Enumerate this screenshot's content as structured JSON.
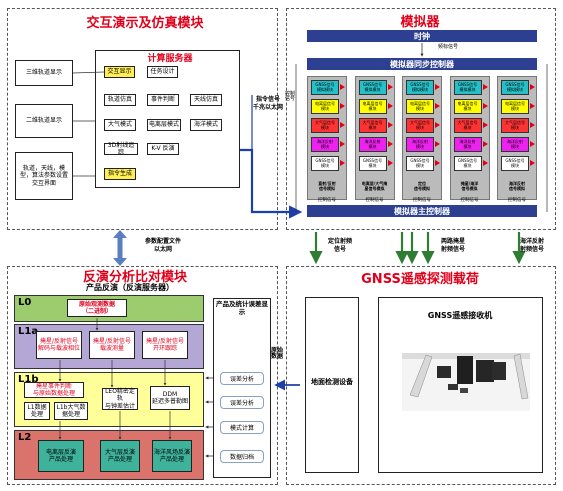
{
  "interactive_module": {
    "title": "交互演示及仿真模块",
    "left_boxes": [
      "三维轨道显示",
      "二维轨道显示",
      "轨道，天线，模型，算法参数设置交互界面"
    ],
    "compute_server": {
      "title": "计算服务器",
      "modules": [
        "交互显示",
        "任务设计",
        "轨道仿真",
        "事件判断",
        "天线仿真",
        "大气模式",
        "电离层模式",
        "海洋模式",
        "3D射线追踪",
        "K-V 反演",
        "指令生成"
      ]
    }
  },
  "link_labels": {
    "command": "指令信号\n千兆以太网",
    "param": "参数配置文件\n以太网",
    "raw": "原始数据"
  },
  "simulator": {
    "title": "模拟器",
    "clock": "时钟",
    "clock_signal": "频标信号",
    "sync_controller": "模拟器同步控制器",
    "main_controller": "模拟器主控制器",
    "control_signal": "控制信号",
    "channels": [
      {
        "blocks": [
          "GNSS信号\n模拟模块",
          "电离层信号\n模块",
          "大气层信号\n模块",
          "海洋反射\n模块",
          "GNSS信号\n模块"
        ],
        "bottom": "直射/反射\n信号模拟"
      },
      {
        "blocks": [
          "GNSS信号\n模拟模块",
          "电离层信号\n模块",
          "大气层信号\n模块",
          "海洋反射\n模块",
          "GNSS信号\n模块"
        ],
        "bottom": "电离层/大气掩\n星信号模拟"
      },
      {
        "blocks": [
          "GNSS信号\n模拟模块",
          "电离层信号\n模块",
          "大气层信号\n模块",
          "海洋反射\n模块",
          "GNSS信号\n模块"
        ],
        "bottom": "定位\n信号模拟"
      },
      {
        "blocks": [
          "GNSS信号\n模拟模块",
          "电离层信号\n模块",
          "大气层信号\n模块",
          "海洋反射\n模块",
          "GNSS信号\n模块"
        ],
        "bottom": "掩星/海洋\n信号模拟"
      },
      {
        "blocks": [
          "GNSS信号\n模拟模块",
          "电离层信号\n模块",
          "大气层信号\n模块",
          "海洋反射\n模块",
          "GNSS信号\n模块"
        ],
        "bottom": "海洋反射\n信号模拟"
      }
    ]
  },
  "signal_labels": {
    "positioning": "定位射频\n信号",
    "occultation": "两路掩星\n射频信号",
    "ocean": "海洋反射\n射频信号"
  },
  "retrieval_module": {
    "title": "反演分析比对模块",
    "product_title": "产品反演（反演服务器）",
    "layers": [
      {
        "label": "L0",
        "color": "#9ccc6e",
        "boxes": [
          "原始观测数据\n（二进制）"
        ]
      },
      {
        "label": "L1a",
        "color": "#b4a7d6",
        "boxes": [
          "掩星/反射信号\n解码与载波相位",
          "掩星/反射信号\n载波测量",
          "掩星/反射信号\n开环跟踪"
        ]
      },
      {
        "label": "L1b",
        "color": "#ffff99",
        "boxes": [
          "掩星事件判断\n与原始数据处理",
          "LEO精密定轨\n与钟差估计",
          "DDM\n延迟多普勒图"
        ]
      },
      {
        "label": "L2",
        "color": "#d9736c",
        "boxes": [
          "电离层反演\n产品处理",
          "大气层反演\n产品处理",
          "海洋风场反演\n产品处理"
        ]
      }
    ],
    "l1b_sub": [
      "L1数据处理",
      "L1b大气数据处理"
    ],
    "stats_title": "产品及统计误差显示",
    "stats_buttons": [
      "误差分析",
      "误差分析",
      "模式计算",
      "数据归档"
    ]
  },
  "payload": {
    "title": "GNSS遥感探测载荷",
    "ground_equipment": "地面检测设备",
    "receiver_title": "GNSS遥感接收机"
  }
}
